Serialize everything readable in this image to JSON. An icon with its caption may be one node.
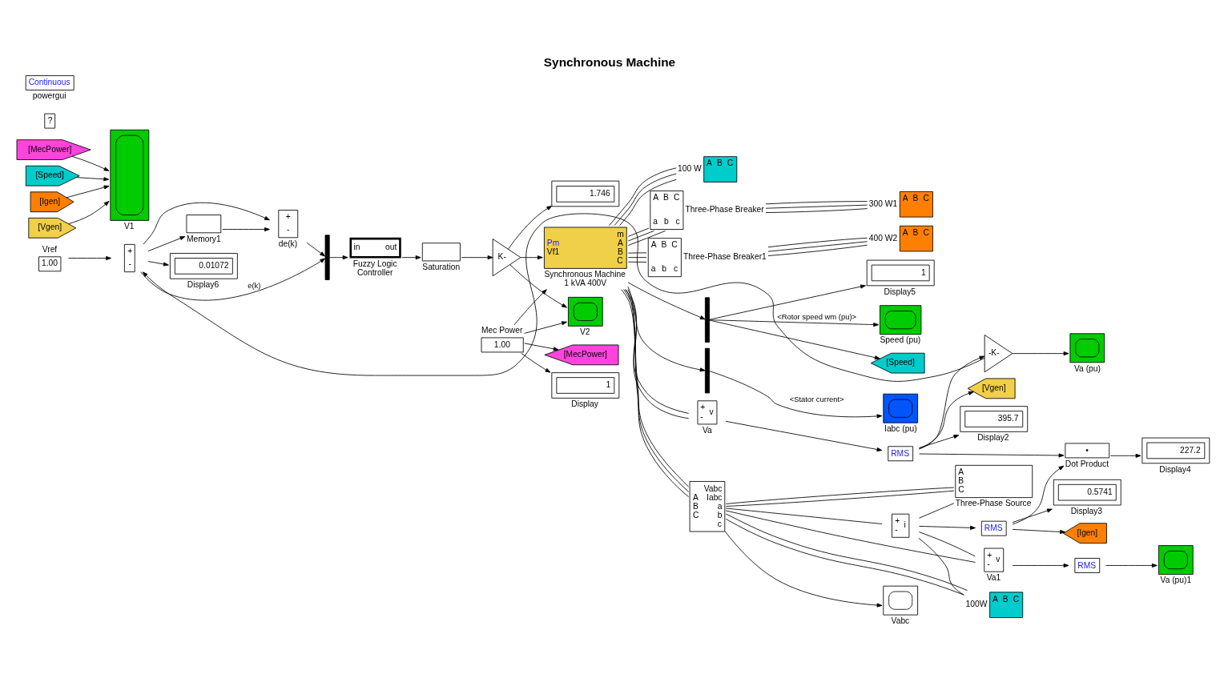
{
  "diagram": {
    "title": "Synchronous Machine",
    "nodes": [
      {
        "text": [
          "Speed (pu)"
        ]
      },
      {
        "text": [
          "[Speed]"
        ]
      },
      {
        "text": [
          "1",
          "Display5"
        ]
      },
      {
        "text": [],
        "shape": "bar"
      },
      {
        "text": [],
        "shape": "bar"
      },
      {
        "text": [
          "Iabc (pu)"
        ]
      },
      {
        "text": [
          "[MecPower]"
        ]
      },
      {
        "text": [
          "Mec Power",
          "1.00"
        ]
      },
      {
        "text": [
          "1",
          "Display"
        ]
      },
      {
        "text": [
          "Vref",
          "1.00"
        ]
      },
      {
        "text": [
          "+",
          "-"
        ]
      },
      {
        "text": [],
        "shape": "bar"
      },
      {
        "text": [
          "in",
          "out",
          "Fuzzy Logic Controller"
        ]
      },
      {
        "text": [
          "Saturation"
        ]
      },
      {
        "text": [
          "K-"
        ]
      },
      {
        "text": [
          "Memory1"
        ]
      },
      {
        "text": [
          "+",
          "-",
          "de(k)"
        ]
      },
      {
        "text": [
          "0.01072",
          "Display6"
        ]
      },
      {
        "text": [
          "Pm",
          "Vf1",
          "m",
          "A",
          "B",
          "C",
          "Synchronous Machine 1 kVA 400V"
        ]
      },
      {
        "text": [
          "1.746"
        ]
      },
      {
        "text": [
          "V2"
        ]
      },
      {
        "text": [
          "+",
          "-",
          "v",
          "Va"
        ]
      },
      {
        "text": [
          "RMS"
        ]
      },
      {
        "text": [
          "-K-"
        ]
      },
      {
        "text": [
          "[Vgen]"
        ]
      },
      {
        "text": [
          "395.7",
          "Display2"
        ]
      },
      {
        "text": [
          "Va (pu)"
        ]
      },
      {
        "text": [
          "Vabc"
        ]
      },
      {
        "text": [
          "•",
          "Dot Product"
        ]
      },
      {
        "text": [
          "227.2",
          "Display4"
        ]
      },
      {
        "text": [
          "0.5741",
          "Display3"
        ]
      },
      {
        "text": [
          "RMS"
        ]
      },
      {
        "text": [
          "[Igen]"
        ]
      },
      {
        "text": [
          "A",
          "B",
          "C",
          "Vabc",
          "Iabc",
          "a",
          "b",
          "c"
        ]
      },
      {
        "text": [
          "+",
          "-",
          "i"
        ]
      },
      {
        "text": [
          "+",
          "-",
          "v",
          "Va1"
        ]
      },
      {
        "text": [
          "RMS"
        ]
      },
      {
        "text": [
          "Va (pu)1"
        ]
      },
      {
        "text": [
          "A",
          "B",
          "C",
          "Three-Phase Source"
        ]
      },
      {
        "text": [
          "100 W",
          "A",
          "B",
          "C"
        ]
      },
      {
        "text": [
          "A",
          "B",
          "C",
          "a",
          "b",
          "c",
          "Three-Phase Breaker"
        ]
      },
      {
        "text": [
          "A",
          "B",
          "C",
          "a",
          "b",
          "c",
          "Three-Phase Breaker1"
        ]
      },
      {
        "text": [
          "300 W1",
          "A",
          "B",
          "C"
        ]
      },
      {
        "text": [
          "400 W2",
          "A",
          "B",
          "C"
        ]
      },
      {
        "text": [
          "100W",
          "A",
          "B",
          "C"
        ]
      },
      {
        "text": [
          "[MecPower]"
        ]
      },
      {
        "text": [
          "[Speed]"
        ]
      },
      {
        "text": [
          "[Igen]"
        ]
      },
      {
        "text": [
          "[Vgen]"
        ]
      },
      {
        "text": [
          "V1"
        ]
      },
      {
        "text": [
          "?"
        ]
      },
      {
        "text": [
          "Continuous",
          "powergui"
        ]
      }
    ],
    "edges": [
      {
        "from": 3,
        "to": 0,
        "arrow": "to",
        "label": "<Rotor speed wm (pu)>"
      },
      {
        "from": 3,
        "to": 1,
        "arrow": "to"
      },
      {
        "from": 3,
        "to": 2,
        "arrow": "to"
      },
      {
        "from": 18,
        "to": 3,
        "arrow": "to"
      },
      {
        "from": 18,
        "to": 4,
        "arrow": "to"
      },
      {
        "from": 4,
        "to": 5,
        "arrow": "to",
        "label": "<Stator current>"
      },
      {
        "from": 7,
        "to": 6,
        "arrow": "to"
      },
      {
        "from": 7,
        "to": 8,
        "arrow": "to"
      },
      {
        "from": 7,
        "to": 18,
        "arrow": "to"
      },
      {
        "from": 7,
        "to": 20,
        "arrow": "to"
      },
      {
        "from": 9,
        "to": 10,
        "arrow": "to"
      },
      {
        "from": 23,
        "to": 10,
        "arrow": "to"
      },
      {
        "from": 10,
        "to": 11,
        "arrow": "to",
        "label": "e(k)"
      },
      {
        "from": 10,
        "to": 16,
        "arrow": "to"
      },
      {
        "from": 10,
        "to": 15,
        "arrow": "to"
      },
      {
        "from": 10,
        "to": 17,
        "arrow": "to"
      },
      {
        "from": 15,
        "to": 16,
        "arrow": "to"
      },
      {
        "from": 16,
        "to": 11,
        "arrow": "to"
      },
      {
        "from": 11,
        "to": 12,
        "arrow": "to"
      },
      {
        "from": 12,
        "to": 13,
        "arrow": "to"
      },
      {
        "from": 13,
        "to": 14,
        "arrow": "to"
      },
      {
        "from": 14,
        "to": 18,
        "arrow": "to"
      },
      {
        "from": 14,
        "to": 19,
        "arrow": "to"
      },
      {
        "from": 14,
        "to": 20,
        "arrow": "to"
      },
      {
        "from": 21,
        "to": 22,
        "arrow": "to"
      },
      {
        "from": 22,
        "to": 23,
        "arrow": "to"
      },
      {
        "from": 22,
        "to": 24,
        "arrow": "to"
      },
      {
        "from": 22,
        "to": 25,
        "arrow": "to"
      },
      {
        "from": 22,
        "to": 28,
        "arrow": "to"
      },
      {
        "from": 23,
        "to": 26,
        "arrow": "to"
      },
      {
        "from": 28,
        "to": 29,
        "arrow": "to"
      },
      {
        "from": 31,
        "to": 30,
        "arrow": "to"
      },
      {
        "from": 31,
        "to": 28,
        "arrow": "to"
      },
      {
        "from": 31,
        "to": 32,
        "arrow": "to"
      },
      {
        "from": 33,
        "to": 27,
        "arrow": "to"
      },
      {
        "from": 34,
        "to": 31,
        "arrow": "to"
      },
      {
        "from": 35,
        "to": 36,
        "arrow": "to"
      },
      {
        "from": 36,
        "to": 37,
        "arrow": "to"
      },
      {
        "from": 45,
        "to": 49,
        "arrow": "to"
      },
      {
        "from": 46,
        "to": 49,
        "arrow": "to"
      },
      {
        "from": 47,
        "to": 49,
        "arrow": "to"
      },
      {
        "from": 48,
        "to": 49,
        "arrow": "to"
      },
      {
        "from": 18,
        "to": 33,
        "arrow": "none"
      },
      {
        "from": 18,
        "to": 33,
        "arrow": "none"
      },
      {
        "from": 18,
        "to": 33,
        "arrow": "none"
      },
      {
        "from": 18,
        "to": 39,
        "arrow": "none"
      },
      {
        "from": 18,
        "to": 39,
        "arrow": "none"
      },
      {
        "from": 18,
        "to": 39,
        "arrow": "none"
      },
      {
        "from": 18,
        "to": 21,
        "arrow": "none"
      },
      {
        "from": 18,
        "to": 21,
        "arrow": "none"
      },
      {
        "from": 18,
        "to": 40,
        "arrow": "none"
      },
      {
        "from": 18,
        "to": 40,
        "arrow": "none"
      },
      {
        "from": 18,
        "to": 40,
        "arrow": "none"
      },
      {
        "from": 18,
        "to": 41,
        "arrow": "none"
      },
      {
        "from": 18,
        "to": 41,
        "arrow": "none"
      },
      {
        "from": 18,
        "to": 41,
        "arrow": "none"
      },
      {
        "from": 40,
        "to": 42,
        "arrow": "none"
      },
      {
        "from": 40,
        "to": 42,
        "arrow": "none"
      },
      {
        "from": 40,
        "to": 42,
        "arrow": "none"
      },
      {
        "from": 41,
        "to": 43,
        "arrow": "none"
      },
      {
        "from": 41,
        "to": 43,
        "arrow": "none"
      },
      {
        "from": 41,
        "to": 43,
        "arrow": "none"
      },
      {
        "from": 33,
        "to": 34,
        "arrow": "none"
      },
      {
        "from": 34,
        "to": 38,
        "arrow": "none"
      },
      {
        "from": 34,
        "to": 44,
        "arrow": "none"
      },
      {
        "from": 34,
        "to": 35,
        "arrow": "none"
      },
      {
        "from": 33,
        "to": 38,
        "arrow": "none"
      },
      {
        "from": 33,
        "to": 38,
        "arrow": "none"
      },
      {
        "from": 33,
        "to": 44,
        "arrow": "none"
      },
      {
        "from": 33,
        "to": 44,
        "arrow": "none"
      },
      {
        "from": 33,
        "to": 35,
        "arrow": "none"
      }
    ]
  }
}
